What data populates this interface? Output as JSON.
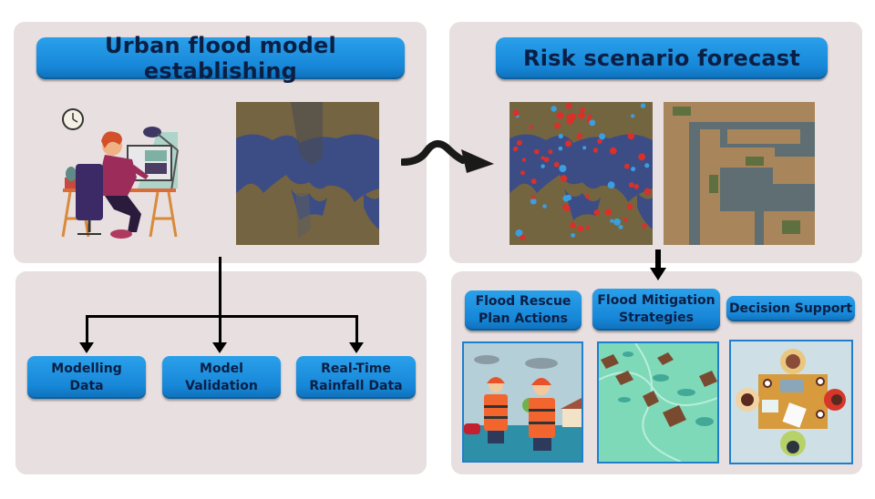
{
  "left_top": {
    "title": "Urban flood model establishing",
    "illustration": "person-at-desk-illustration",
    "map": "flood-map-satellite-image"
  },
  "right_top": {
    "title": "Risk scenario forecast",
    "map": "risk-map-with-markers-image",
    "photo": "flooded-city-aerial-image"
  },
  "left_bottom": {
    "boxes": [
      {
        "label": "Modelling\nData"
      },
      {
        "label": "Model\nValidation"
      },
      {
        "label": "Real-Time\nRainfall Data"
      }
    ]
  },
  "right_bottom": {
    "boxes": [
      {
        "label": "Flood Rescue\nPlan Actions",
        "image": "rescue-workers-illustration"
      },
      {
        "label": "Flood Mitigation\nStrategies",
        "image": "flooded-houses-illustration"
      },
      {
        "label": "Decision Support",
        "image": "meeting-table-illustration"
      }
    ]
  },
  "colors": {
    "panel_bg": "#e8dfe0",
    "button_blue": "#1b8fde",
    "button_text": "#0b1f45",
    "arrow": "#000000",
    "marker_red": "#d9302a",
    "marker_blue": "#3a9fe0"
  }
}
